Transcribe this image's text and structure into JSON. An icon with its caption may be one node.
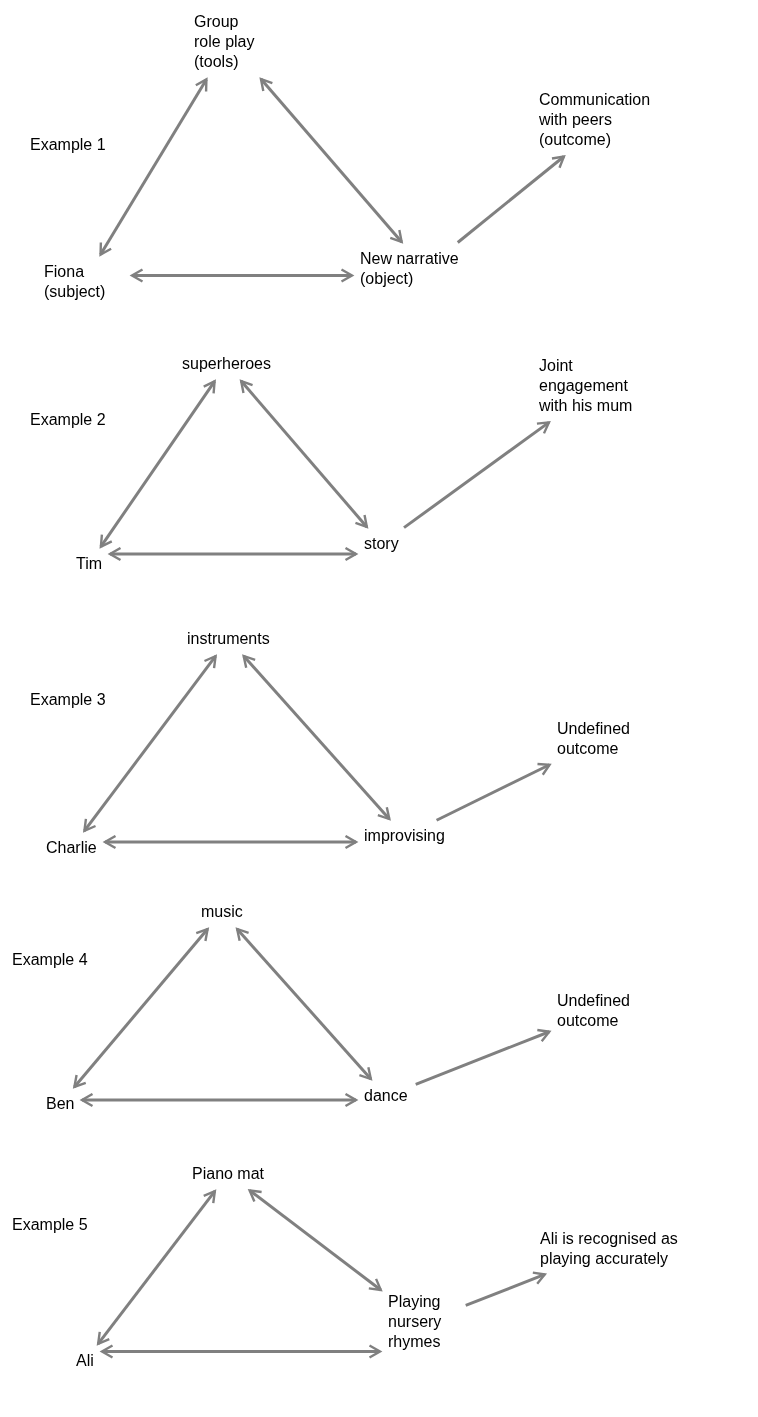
{
  "diagram": {
    "nodes": [
      {
        "text": [
          "Group role play (tools)"
        ]
      },
      {
        "text": [
          "Fiona (subject)"
        ]
      },
      {
        "text": [
          "New narrative (object)"
        ]
      },
      {
        "text": [
          "Communication with peers (outcome)"
        ]
      },
      {
        "text": [
          "superheroes"
        ]
      },
      {
        "text": [
          "Tim"
        ]
      },
      {
        "text": [
          "story"
        ]
      },
      {
        "text": [
          "Joint engagement with his mum"
        ]
      },
      {
        "text": [
          "instruments"
        ]
      },
      {
        "text": [
          "Charlie"
        ]
      },
      {
        "text": [
          "improvising"
        ]
      },
      {
        "text": [
          "Undefined outcome"
        ]
      },
      {
        "text": [
          "music"
        ]
      },
      {
        "text": [
          "Ben"
        ]
      },
      {
        "text": [
          "dance"
        ]
      },
      {
        "text": [
          "Undefined outcome"
        ]
      },
      {
        "text": [
          "Piano mat"
        ]
      },
      {
        "text": [
          "Ali"
        ]
      },
      {
        "text": [
          "Playing nursery rhymes"
        ]
      },
      {
        "text": [
          "Ali is recognised as playing accurately"
        ]
      }
    ],
    "edges": [
      {
        "from": 0,
        "to": 1,
        "arrow": "both"
      },
      {
        "from": 0,
        "to": 2,
        "arrow": "both"
      },
      {
        "from": 1,
        "to": 2,
        "arrow": "both"
      },
      {
        "from": 2,
        "to": 3,
        "arrow": "to"
      },
      {
        "from": 4,
        "to": 5,
        "arrow": "both"
      },
      {
        "from": 4,
        "to": 6,
        "arrow": "both"
      },
      {
        "from": 5,
        "to": 6,
        "arrow": "both"
      },
      {
        "from": 6,
        "to": 7,
        "arrow": "to"
      },
      {
        "from": 8,
        "to": 9,
        "arrow": "both"
      },
      {
        "from": 8,
        "to": 10,
        "arrow": "both"
      },
      {
        "from": 9,
        "to": 10,
        "arrow": "both"
      },
      {
        "from": 10,
        "to": 11,
        "arrow": "to"
      },
      {
        "from": 12,
        "to": 13,
        "arrow": "both"
      },
      {
        "from": 12,
        "to": 14,
        "arrow": "both"
      },
      {
        "from": 13,
        "to": 14,
        "arrow": "both"
      },
      {
        "from": 14,
        "to": 15,
        "arrow": "to"
      },
      {
        "from": 16,
        "to": 17,
        "arrow": "both"
      },
      {
        "from": 16,
        "to": 18,
        "arrow": "both"
      },
      {
        "from": 17,
        "to": 18,
        "arrow": "both"
      },
      {
        "from": 18,
        "to": 19,
        "arrow": "to"
      }
    ],
    "labels": [
      "Example 1",
      "Example 2",
      "Example 3",
      "Example 4",
      "Example 5"
    ]
  }
}
